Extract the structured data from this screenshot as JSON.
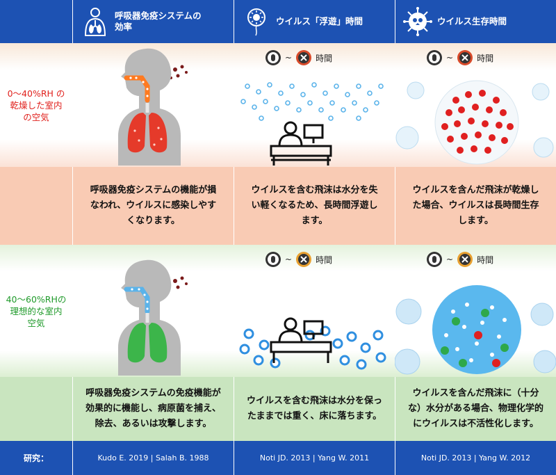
{
  "header": {
    "col1": "呼吸器免疫システムの\n効率",
    "col2": "ウイルス「浮遊」時間",
    "col3": "ウイルス生存時間"
  },
  "rows": [
    {
      "label": "0〜40%RH の\n乾燥した室内\nの空気",
      "time_sep": "~",
      "time_unit": "時間",
      "desc1": "呼吸器免疫システムの機能が損なわれ、ウイルスに感染しやすくなります。",
      "desc2": "ウイルスを含む飛沫は水分を失い軽くなるため、長時間浮遊します。",
      "desc3": "ウイルスを含んだ飛沫が乾燥した場合、ウイルスは長時間生存します。"
    },
    {
      "label": "40〜60%RHの\n理想的な室内\n空気",
      "time_sep": "~",
      "time_unit": "時間",
      "desc1": "呼吸器免疫システムの免疫機能が効果的に機能し、病原菌を捕え、除去、あるいは攻撃します。",
      "desc2": "ウイルスを含む飛沫は水分を保ったままでは重く、床に落ちます。",
      "desc3": "ウイルスを含んだ飛沫に（十分な）水分がある場合、物理化学的にウイルスは不活性化します。"
    }
  ],
  "footer": {
    "label": "研究：",
    "ref1": "Kudo E. 2019 | Salah B. 1988",
    "ref2": "Noti JD. 2013 | Yang W. 2011",
    "ref3": "Noti JD. 2013 | Yang W. 2012"
  },
  "colors": {
    "header_blue": "#1d52b3",
    "dry_band": "#f9cbb4",
    "optimal_band": "#c9e5bf",
    "dry_label": "#e0201c",
    "optimal_label": "#1f9a2a",
    "lung_dry": "#e53a2a",
    "lung_optimal": "#3cb54a",
    "virus_red": "#e02020",
    "virus_green": "#2ea84a",
    "droplet_blue": "#4aa8e8"
  },
  "icons": [
    "lungs-person-icon",
    "balloon-virus-icon",
    "virus-skull-icon",
    "desk-person-icon",
    "time-dial-icon"
  ]
}
